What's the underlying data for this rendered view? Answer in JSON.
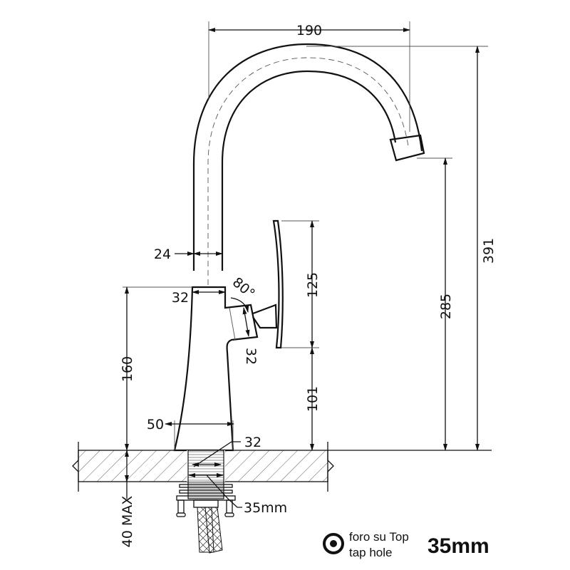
{
  "title": "Tap technical drawing",
  "dimensions": {
    "spout_reach": "190",
    "total_height": "391",
    "spout_outlet_height": "285",
    "lever_length": "125",
    "lever_height_from_top": "101",
    "body_height": "160",
    "pipe_diameter": "24",
    "body_top_width": "32",
    "lever_angle": "80°",
    "lever_block": "32",
    "base_width": "50",
    "shank_diameter": "32",
    "hole_diameter": "35mm",
    "max_top_thickness": "40 MAX"
  },
  "legend": {
    "icon": "tap-hole-icon",
    "label_it": "foro su Top",
    "label_en": "tap hole",
    "value": "35mm"
  }
}
